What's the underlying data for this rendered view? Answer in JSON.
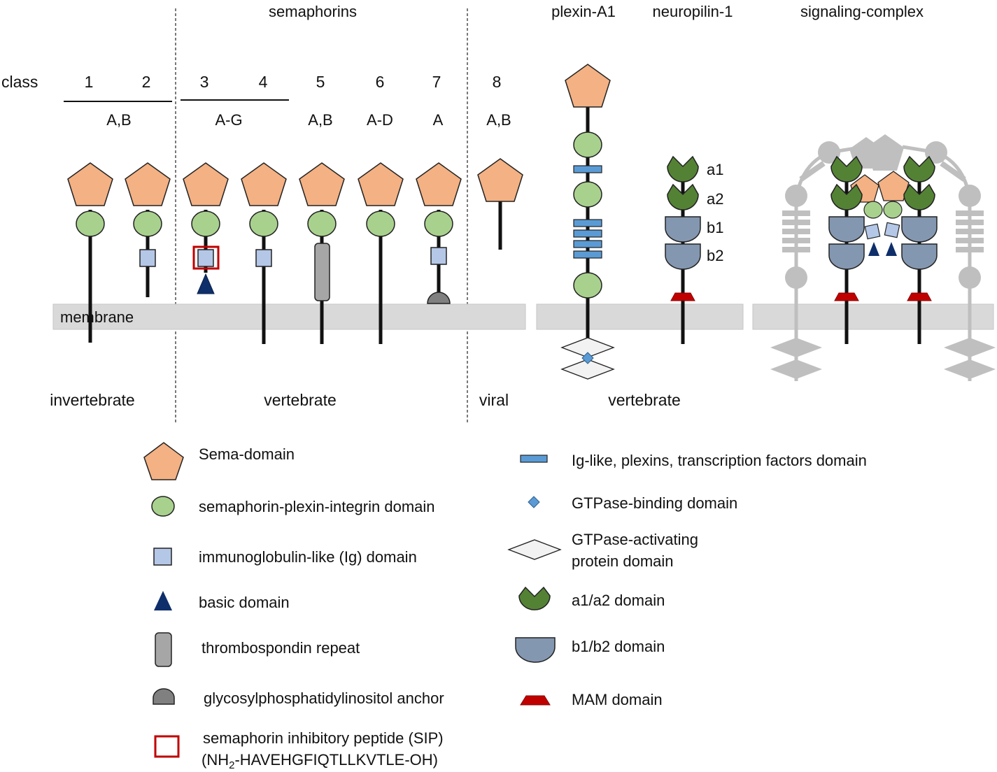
{
  "headers": {
    "semaphorins": "semaphorins",
    "plexin": "plexin-A1",
    "neuropilin": "neuropilin-1",
    "complex": "signaling-complex"
  },
  "class_label": "class",
  "class_numbers": [
    "1",
    "2",
    "3",
    "4",
    "5",
    "6",
    "7",
    "8"
  ],
  "subclasses": {
    "c12": "A,B",
    "c34": "A-G",
    "c5": "A,B",
    "c6": "A-D",
    "c7": "A",
    "c8": "A,B"
  },
  "membrane_label": "membrane",
  "neuropilin_domain_labels": [
    "a1",
    "a2",
    "b1",
    "b2"
  ],
  "group_labels": {
    "invertebrate": "invertebrate",
    "vertebrate": "vertebrate",
    "viral": "viral",
    "vertebrate2": "vertebrate"
  },
  "legend": {
    "left": [
      {
        "icon": "sema-pentagon-icon",
        "label": "Sema-domain"
      },
      {
        "icon": "psi-circle-icon",
        "label": "semaphorin-plexin-integrin domain"
      },
      {
        "icon": "ig-square-icon",
        "label": "immunoglobulin-like (Ig) domain"
      },
      {
        "icon": "basic-triangle-icon",
        "label": "basic domain"
      },
      {
        "icon": "thrombospondin-rect-icon",
        "label": "thrombospondin repeat"
      },
      {
        "icon": "gpi-dome-icon",
        "label": "glycosylphosphatidylinositol anchor"
      },
      {
        "icon": "sip-red-square-icon",
        "label": "semaphorin inhibitory peptide (SIP)"
      }
    ],
    "sip_sequence": {
      "prefix": "(NH",
      "sub": "2",
      "suffix": "-HAVEHGFIQTLLKVTLE-OH)"
    },
    "right": [
      {
        "icon": "ipt-bar-icon",
        "label": "Ig-like, plexins, transcription factors domain"
      },
      {
        "icon": "gtpase-binding-diamond-icon",
        "label": "GTPase-binding domain"
      },
      {
        "icon": "gap-diamond-icon",
        "label_lines": [
          "GTPase-activating",
          "protein domain"
        ]
      },
      {
        "icon": "a1a2-icon",
        "label": "a1/a2 domain"
      },
      {
        "icon": "b1b2-icon",
        "label": "b1/b2 domain"
      },
      {
        "icon": "mam-icon",
        "label": "MAM domain"
      }
    ]
  },
  "colors": {
    "sema": "#F4B183",
    "psi": "#A9D18E",
    "ig": "#B4C7E7",
    "basic": "#0F2F6B",
    "thrombospondin": "#A6A6A6",
    "gpi": "#808080",
    "sip_border": "#C00000",
    "ipt": "#5B9BD5",
    "gtpase_binding": "#5B9BD5",
    "gap": "#F2F2F2",
    "a1a2": "#548235",
    "b1b2": "#8497B0",
    "mam": "#C00000",
    "membrane": "#D9D9D9",
    "faded": "#BFBFBF"
  }
}
